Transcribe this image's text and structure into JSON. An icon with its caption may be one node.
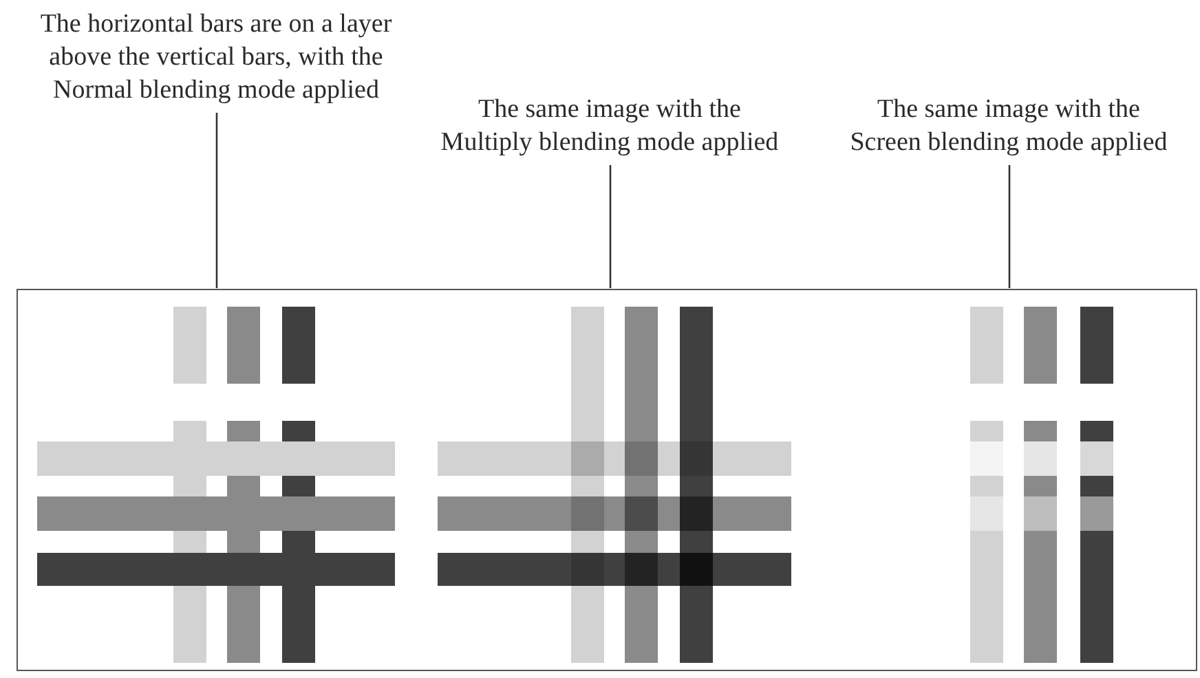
{
  "diagram": {
    "nodes": [
      {
        "text": [
          "The horizontal bars are on a layer above the vertical bars, with the Normal blending mode applied"
        ]
      },
      {
        "text": [
          "The same image with the Multiply blending mode applied"
        ]
      },
      {
        "text": [
          "The same image with the Screen blending mode applied"
        ]
      },
      {
        "text": [],
        "shape": "box"
      },
      {
        "text": [],
        "shape": "picture",
        "in": 3
      },
      {
        "text": [],
        "shape": "picture",
        "in": 3
      },
      {
        "text": [],
        "shape": "picture",
        "in": 3
      }
    ],
    "edges": [
      {
        "from": 0,
        "to": 4,
        "arrow": "none"
      },
      {
        "from": 1,
        "to": 5,
        "arrow": "none"
      },
      {
        "from": 2,
        "to": 6,
        "arrow": "none"
      }
    ]
  }
}
